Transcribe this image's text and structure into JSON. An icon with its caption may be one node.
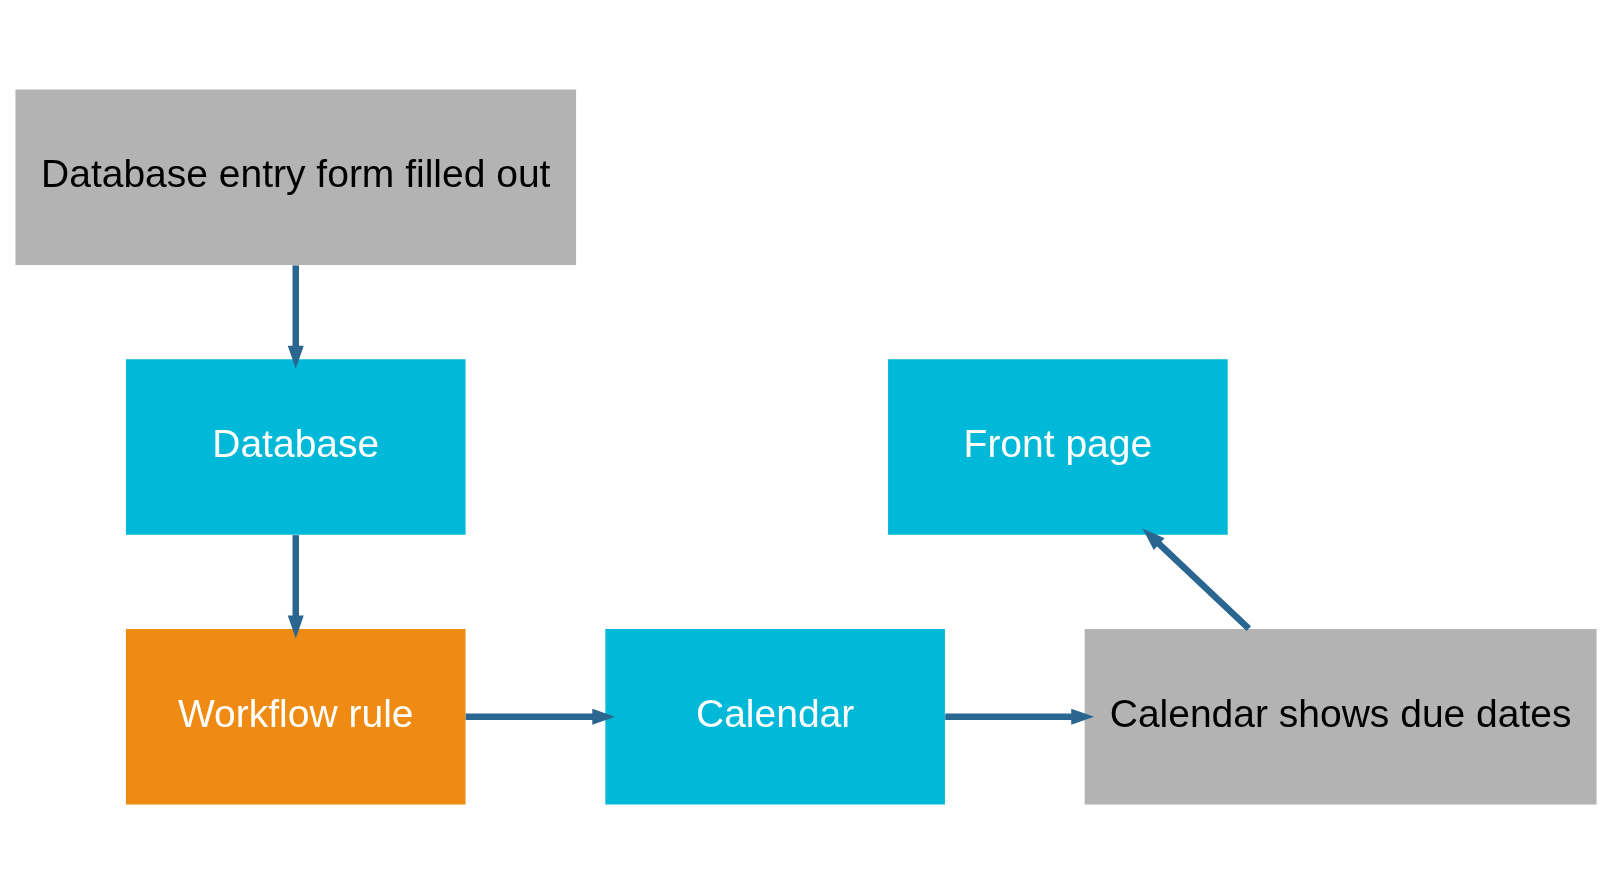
{
  "diagram": {
    "nodes": [
      {
        "text": [
          "Database entry form filled out"
        ]
      },
      {
        "text": [
          "Database"
        ]
      },
      {
        "text": [
          "Workflow rule"
        ]
      },
      {
        "text": [
          "Calendar"
        ]
      },
      {
        "text": [
          "Calendar shows due dates"
        ]
      },
      {
        "text": [
          "Front page"
        ]
      }
    ],
    "edges": [
      {
        "from": 0,
        "to": 1,
        "arrow": "to"
      },
      {
        "from": 1,
        "to": 2,
        "arrow": "to"
      },
      {
        "from": 2,
        "to": 3,
        "arrow": "to"
      },
      {
        "from": 3,
        "to": 4,
        "arrow": "to"
      },
      {
        "from": 4,
        "to": 5,
        "arrow": "to"
      }
    ]
  }
}
